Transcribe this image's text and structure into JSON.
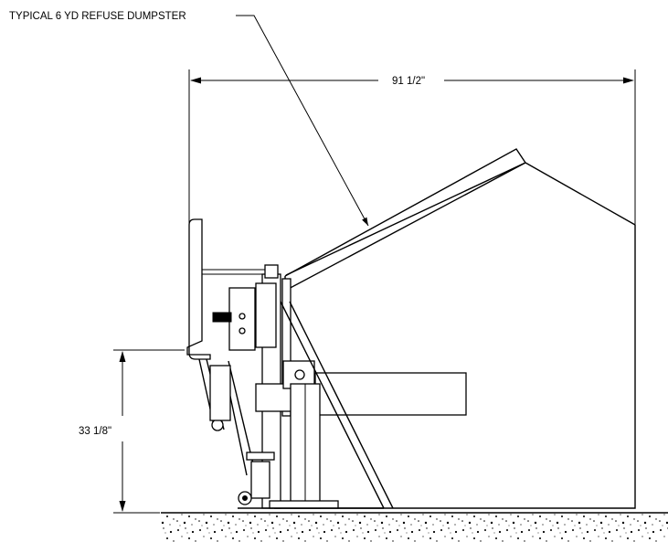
{
  "callout": {
    "text": "TYPICAL  6 YD REFUSE DUMPSTER"
  },
  "dimensions": {
    "width": "91 1/2\"",
    "height": "33 1/8\""
  }
}
